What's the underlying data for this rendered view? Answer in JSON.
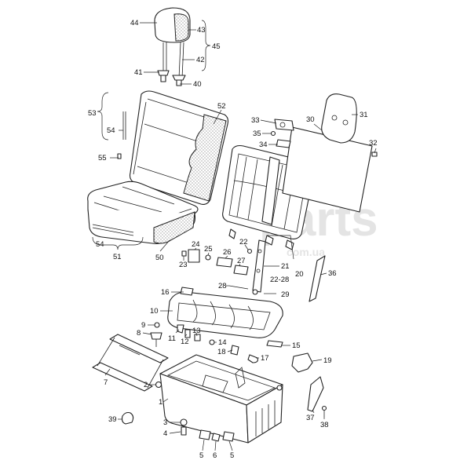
{
  "watermark": {
    "text": "parts",
    "sub": "com.ua"
  },
  "callouts": {
    "c1": "1",
    "c2": "2",
    "c3": "3",
    "c4": "4",
    "c5a": "5",
    "c5b": "5",
    "c6": "6",
    "c7": "7",
    "c8": "8",
    "c9": "9",
    "c10": "10",
    "c11": "11",
    "c12": "12",
    "c13": "13",
    "c14": "14",
    "c15": "15",
    "c16": "16",
    "c17": "17",
    "c18": "18",
    "c19": "19",
    "c20": "20",
    "c21": "21",
    "c22": "22",
    "c22_28": "22-28",
    "c23": "23",
    "c24": "24",
    "c25": "25",
    "c26": "26",
    "c27": "27",
    "c28": "28",
    "c29": "29",
    "c30": "30",
    "c31": "31",
    "c32": "32",
    "c33": "33",
    "c34": "34",
    "c35": "35",
    "c36": "36",
    "c37": "37",
    "c38": "38",
    "c39": "39",
    "c40": "40",
    "c41": "41",
    "c42": "42",
    "c43": "43",
    "c44": "44",
    "c45": "45",
    "c50": "50",
    "c51": "51",
    "c52": "52",
    "c53": "53",
    "c54a": "54",
    "c54b": "54",
    "c55": "55"
  }
}
